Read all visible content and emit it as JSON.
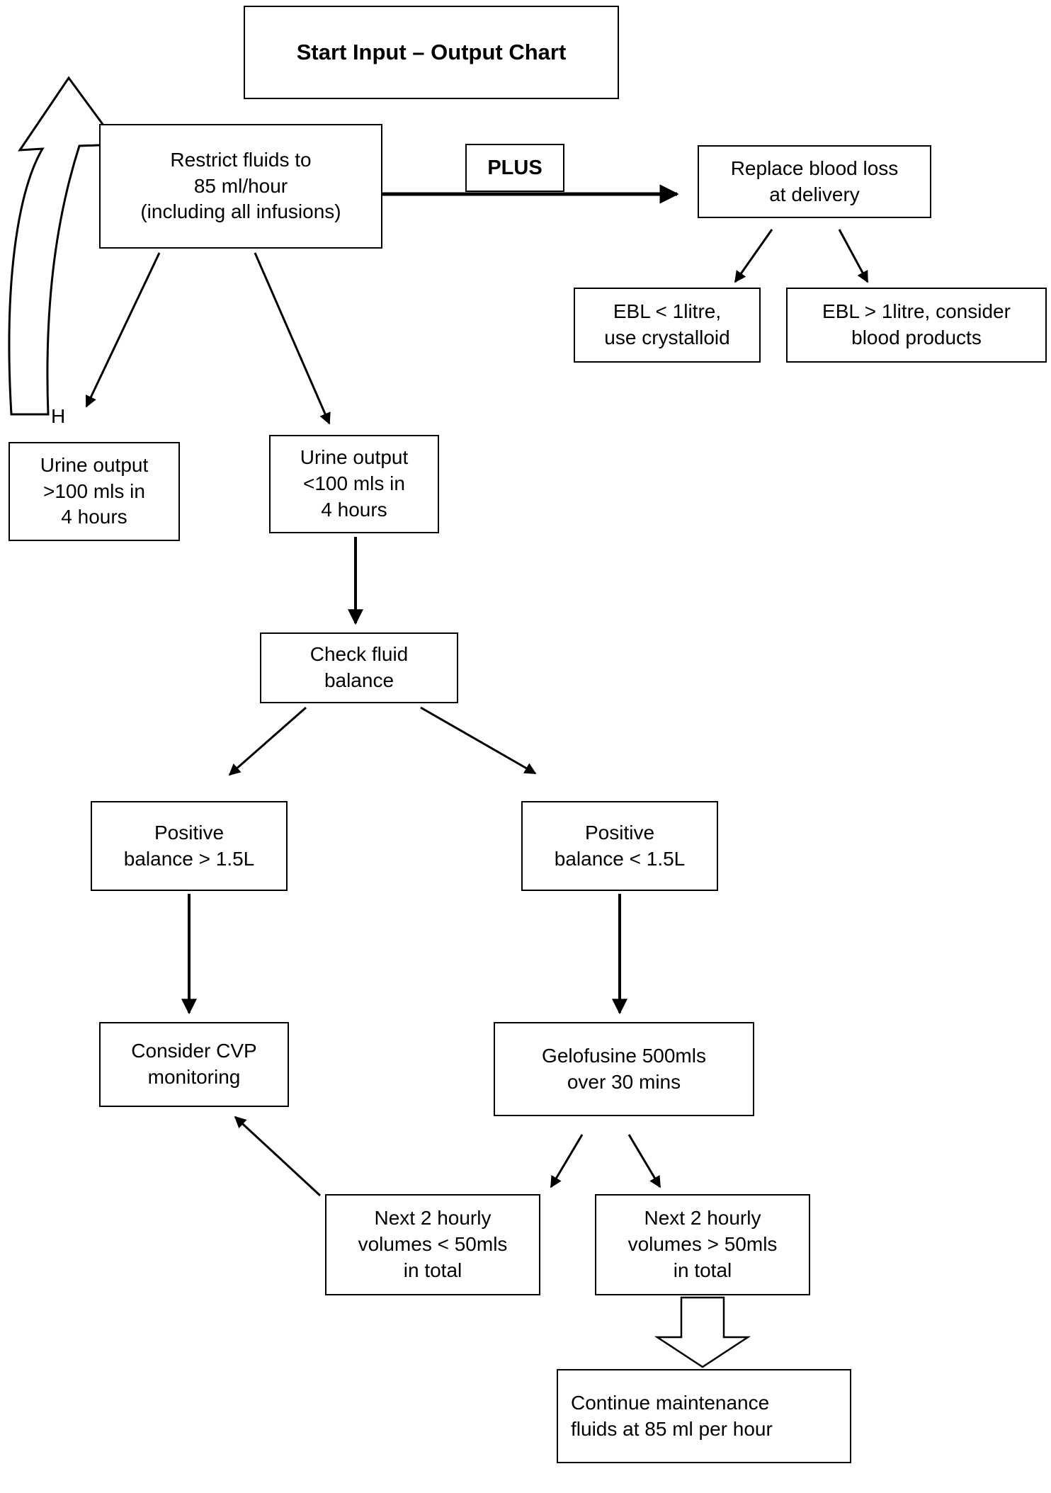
{
  "nodes": {
    "title": {
      "label": "Start Input – Output Chart"
    },
    "restrict_fluids": {
      "label": "Restrict fluids to\n85 ml/hour\n(including all infusions)"
    },
    "plus": {
      "label": "PLUS"
    },
    "replace_blood_loss": {
      "label": "Replace blood loss\nat delivery"
    },
    "ebl_crystalloid": {
      "label": "EBL < 1litre,\nuse crystalloid"
    },
    "ebl_blood_products": {
      "label": "EBL > 1litre, consider\nblood products"
    },
    "urine_output_high": {
      "label": "Urine output\n>100 mls in\n4 hours"
    },
    "urine_output_low": {
      "label": "Urine output\n<100 mls in\n4 hours"
    },
    "h_marker": {
      "label": "H"
    },
    "check_fluid_balance": {
      "label": "Check fluid\nbalance"
    },
    "positive_balance_gt": {
      "label": "Positive\nbalance > 1.5L"
    },
    "positive_balance_lt": {
      "label": "Positive\nbalance < 1.5L"
    },
    "consider_cvp": {
      "label": "Consider CVP\nmonitoring"
    },
    "gelofusine": {
      "label": "Gelofusine 500mls\nover 30 mins"
    },
    "next2_lt": {
      "label": "Next 2 hourly\nvolumes < 50mls\nin total"
    },
    "next2_gt": {
      "label": "Next 2 hourly\nvolumes > 50mls\nin total"
    },
    "continue_maintenance": {
      "label": "Continue maintenance\nfluids at 85 ml per hour"
    }
  },
  "colors": {
    "line": "#000000",
    "box_border": "#000000",
    "background": "#ffffff",
    "text": "#000000"
  }
}
